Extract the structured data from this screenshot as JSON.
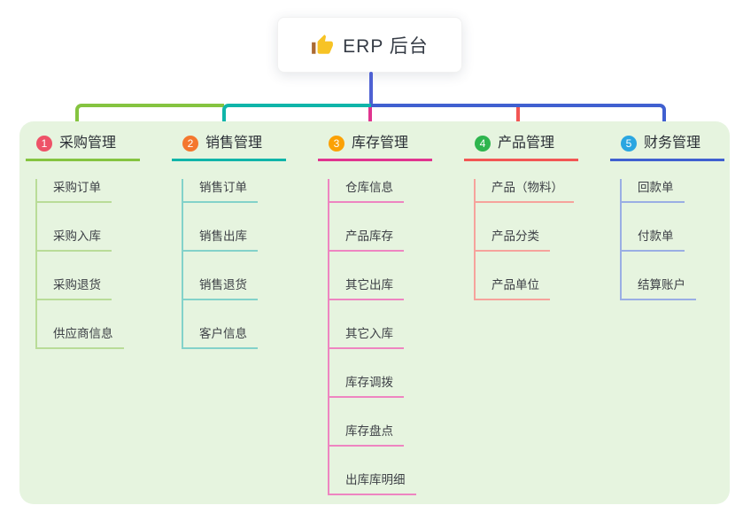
{
  "root": {
    "title": "ERP 后台",
    "icon": "thumbs-up-icon",
    "line_color": "#4e61d3"
  },
  "canvas": {
    "panel_color": "#e6f4df",
    "background": "#ffffff"
  },
  "branches": [
    {
      "num": "1",
      "label": "采购管理",
      "badge_color": "#ee5268",
      "line_color": "#85c440",
      "light_color": "#b9dc98",
      "items": [
        "采购订单",
        "采购入库",
        "采购退货",
        "供应商信息"
      ]
    },
    {
      "num": "2",
      "label": "销售管理",
      "badge_color": "#f4772e",
      "line_color": "#10b5a9",
      "light_color": "#83d2ca",
      "items": [
        "销售订单",
        "销售出库",
        "销售退货",
        "客户信息"
      ]
    },
    {
      "num": "3",
      "label": "库存管理",
      "badge_color": "#fba105",
      "line_color": "#e0348f",
      "light_color": "#ee85c1",
      "items": [
        "仓库信息",
        "产品库存",
        "其它出库",
        "其它入库",
        "库存调拨",
        "库存盘点",
        "出库库明细"
      ]
    },
    {
      "num": "4",
      "label": "产品管理",
      "badge_color": "#2eb54e",
      "line_color": "#f25654",
      "light_color": "#f6a39c",
      "items": [
        "产品（物料）",
        "产品分类",
        "产品单位"
      ]
    },
    {
      "num": "5",
      "label": "财务管理",
      "badge_color": "#2aa6e1",
      "line_color": "#4060d0",
      "light_color": "#9aaee4",
      "items": [
        "回款单",
        "付款单",
        "结算账户"
      ]
    }
  ]
}
